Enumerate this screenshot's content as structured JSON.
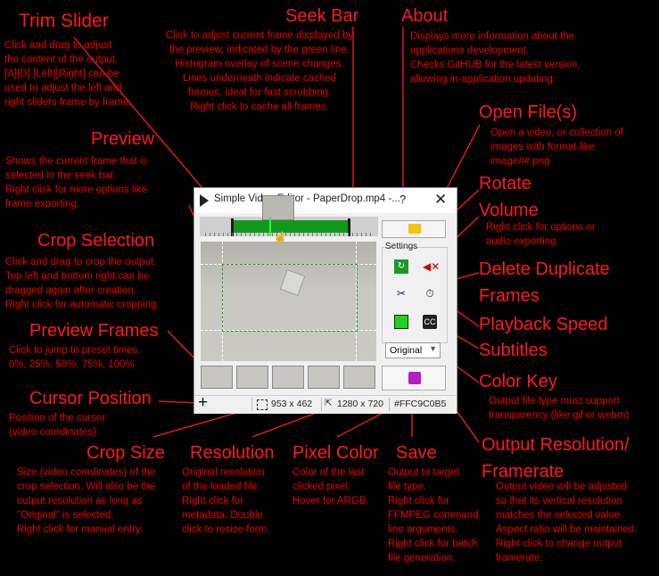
{
  "annotations": {
    "trim_slider": {
      "title": "Trim Slider",
      "desc": [
        "Click and drag to adjust",
        "the content of the output.",
        "[A][D] [Left][Right] can be",
        "used to adjust the left and",
        "right sliders frame by frame."
      ]
    },
    "seek_bar": {
      "title": "Seek Bar",
      "desc": [
        "Click to adjust current frame displayed by",
        "the preview, indicated by the green line.",
        "Histogram overlay of scene changes.",
        "Lines underneath indicate cached",
        "frames, ideal for fast scrubbing.",
        "Right click to cache all frames."
      ]
    },
    "about": {
      "title": "About",
      "desc": [
        "Displays more information about the",
        "applications development.",
        "Checks GitHUB for the latest version,",
        "allowing in-application updating."
      ]
    },
    "open_files": {
      "title": "Open File(s)",
      "desc": [
        "Open a video, or collection of",
        "images with format like",
        "image##.png"
      ]
    },
    "preview": {
      "title": "Preview",
      "desc": [
        "Shows the current frame that is",
        "selected in the seek bar.",
        "Right click for more options like",
        "frame exporting."
      ]
    },
    "rotate": {
      "title": "Rotate"
    },
    "volume": {
      "title": "Volume",
      "desc": [
        "Right click for options or",
        "audio exporting."
      ]
    },
    "crop_selection": {
      "title": "Crop Selection",
      "desc": [
        "Click and drag to crop the output.",
        "Top left and bottom right can be",
        "dragged again after creation.",
        "Right click for automatic cropping."
      ]
    },
    "delete_duplicate": {
      "title": [
        "Delete Duplicate",
        "Frames"
      ]
    },
    "playback_speed": {
      "title": "Playback Speed"
    },
    "preview_frames": {
      "title": "Preview Frames",
      "desc": [
        "Click to jump to preset times.",
        "0%, 25%, 50%, 75%, 100%"
      ]
    },
    "subtitles": {
      "title": "Subtitles"
    },
    "color_key": {
      "title": "Color Key",
      "desc": [
        "Output file type must support",
        "transparency (like gif or webm)"
      ]
    },
    "cursor_position": {
      "title": "Cursor Position",
      "desc": [
        "Position of the cursor",
        "(video coordinates)"
      ]
    },
    "output_resolution": {
      "title": [
        "Output Resolution/",
        "Framerate"
      ],
      "desc": [
        "Output video will be adjusted",
        "so that its vertical resolution",
        "matches the selected value.",
        "Aspect ratio will be maintained.",
        "Right click to change output",
        "framerate."
      ]
    },
    "crop_size": {
      "title": "Crop Size",
      "desc": [
        "Size (video coordinates) of the",
        "crop selection. Will also be the",
        "output resolution as long as",
        "\"Original\" is selected.",
        "Right click for manual entry."
      ]
    },
    "resolution": {
      "title": "Resolution",
      "desc": [
        "Original resolution",
        "of the loaded file.",
        "Right click for",
        "metadata. Double",
        "click to resize form."
      ]
    },
    "pixel_color": {
      "title": "Pixel Color",
      "desc": [
        "Color of the last",
        "clicked pixel.",
        "Hover for ARGB."
      ]
    },
    "save": {
      "title": "Save",
      "desc": [
        "Output to target",
        "file type.",
        "Right click for",
        "FFMPEG command",
        "line arguments.",
        "Right click for batch",
        "file generation."
      ]
    }
  },
  "app": {
    "window_title": "Simple Video Editor - PaperDrop.mp4 -...",
    "help_label": "?",
    "close_label": "✕",
    "settings_label": "Settings",
    "resolution_select": "Original",
    "status": {
      "cursor_symbol": "+",
      "crop_size": "953 x 462",
      "resolution": "1280 x 720",
      "pixel_color": "#FFC9C0B5"
    }
  },
  "icons": [
    "play-logo-icon",
    "folder-icon",
    "rotate-icon",
    "mute-icon",
    "delete-duplicates-icon",
    "playback-speed-icon",
    "color-key-icon",
    "subtitles-icon",
    "save-disk-icon",
    "crop-size-icon",
    "resolution-icon"
  ],
  "colors": {
    "annotation": "#ff1a1a",
    "seek_fill": "#0f9a1d",
    "crop_rect": "#17a52a",
    "save_icon": "#b61cc5",
    "folder_icon": "#f5c400"
  }
}
